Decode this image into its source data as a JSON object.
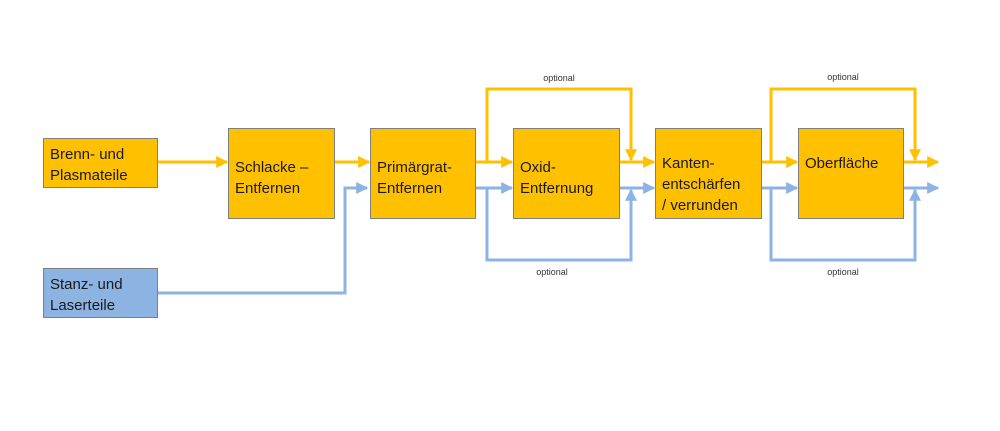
{
  "colors": {
    "process_box": "#ffc000",
    "input_box_blue": "#8db3e2",
    "orange_flow": "#ffc000",
    "blue_flow": "#8db3e2"
  },
  "inputs": {
    "brenn": "Brenn- und\nPlasmateile",
    "stanz": "Stanz- und\nLaserteile"
  },
  "steps": {
    "schlacke": "Schlacke –\nEntfernen",
    "primaergrat": "Primärgrat-\nEntfernen",
    "oxid": "Oxid-\nEntfernung",
    "kanten": "Kanten-\nentschärfen\n/ verrunden",
    "oberflaeche": "Oberfläche"
  },
  "labels": {
    "optional_top_1": "optional",
    "optional_bottom_1": "optional",
    "optional_top_2": "optional",
    "optional_bottom_2": "optional"
  }
}
